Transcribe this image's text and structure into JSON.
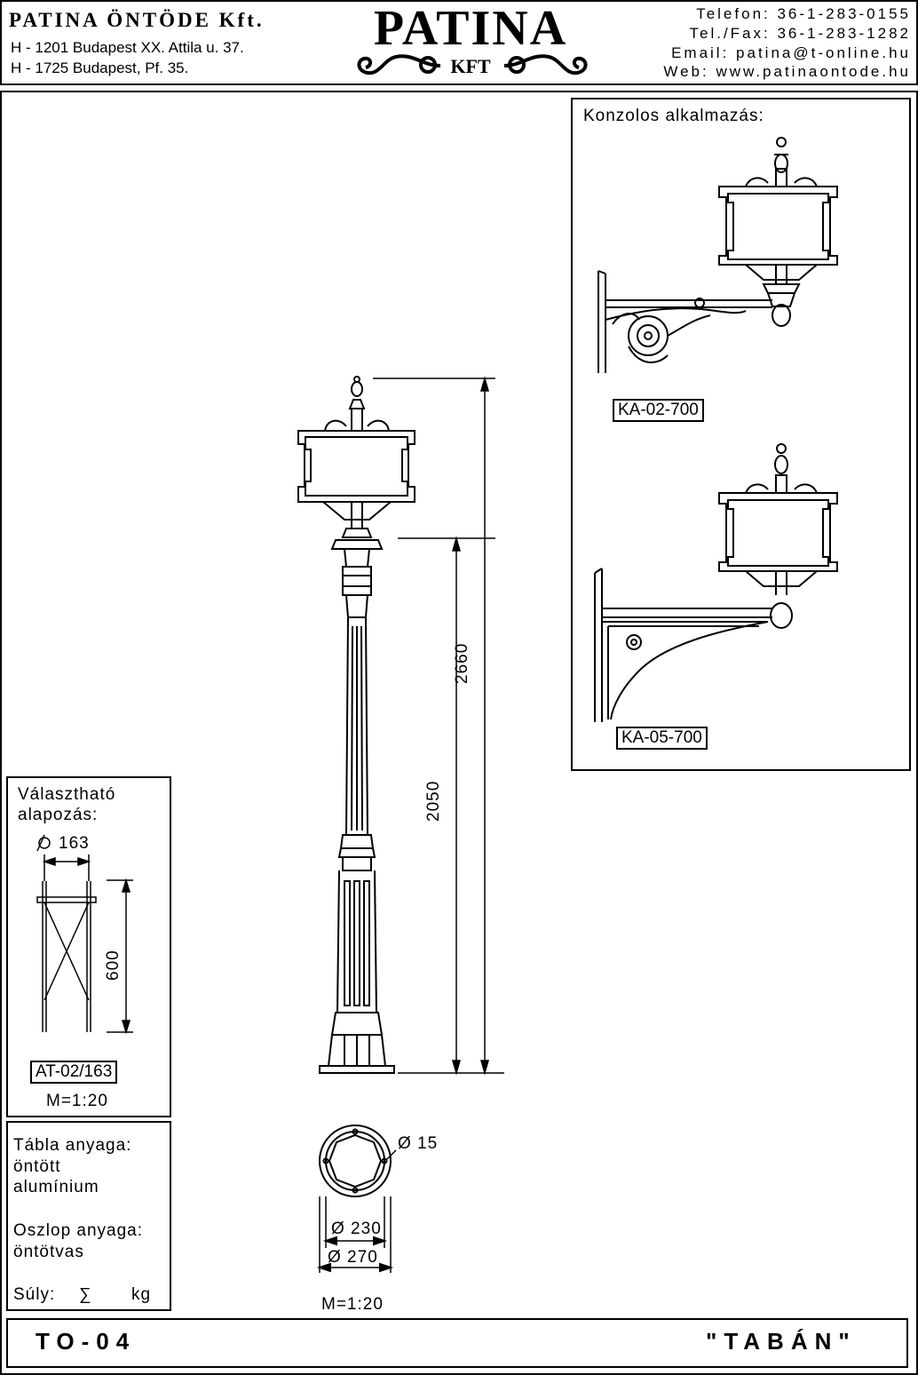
{
  "header": {
    "company": "PATINA ÖNTÖDE Kft.",
    "address_1": "H - 1201 Budapest XX. Attila u. 37.",
    "address_2": "H - 1725 Budapest, Pf. 35.",
    "logo_main": "PATINA",
    "logo_sub": "KFT",
    "phone": "Telefon: 36-1-283-0155",
    "fax": "Tel./Fax: 36-1-283-1282",
    "email": "Email: patina@t-online.hu",
    "web": "Web: www.patinaontode.hu"
  },
  "console": {
    "title": "Konzolos alkalmazás:",
    "variant_1": "KA-02-700",
    "variant_2": "KA-05-700"
  },
  "main_drawing": {
    "dim_total": "2660",
    "dim_post": "2050"
  },
  "base_section": {
    "title_1": "Választható",
    "title_2": "alapozás:",
    "diameter": "163",
    "height": "600",
    "code": "AT-02/163",
    "scale": "M=1:20"
  },
  "materials": {
    "sign_label": "Tábla anyaga:",
    "sign_mat_1": "öntött",
    "sign_mat_2": "alumínium",
    "post_label": "Oszlop anyaga:",
    "post_mat": "öntötvas",
    "weight_label": "Súly:",
    "weight_symbol": "∑",
    "weight_unit": "kg"
  },
  "plan_view": {
    "hole": "Ø 15",
    "inner": "Ø 230",
    "outer": "Ø 270",
    "scale": "M=1:20"
  },
  "footer": {
    "code": "TO-04",
    "name": "\"TABÁN\""
  }
}
